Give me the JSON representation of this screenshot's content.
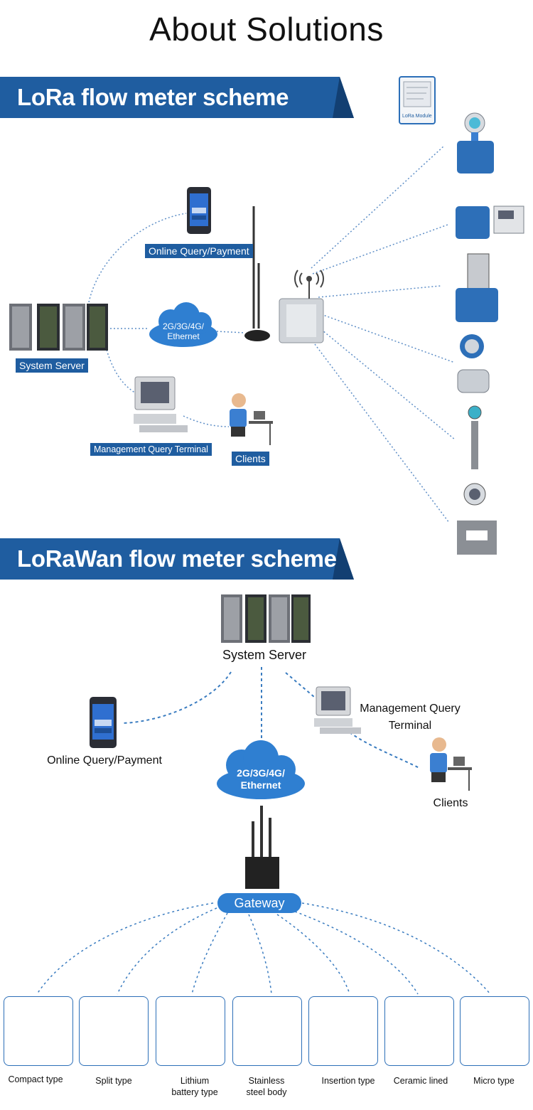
{
  "page": {
    "title": "About Solutions"
  },
  "lora": {
    "title": "LoRa flow meter scheme",
    "module_label": "LoRa Module",
    "online_query": "Online Query/Payment",
    "system_server": "System Server",
    "network_line1": "2G/3G/4G/",
    "network_line2": "Ethernet",
    "management_terminal": "Management Query Terminal",
    "clients": "Clients"
  },
  "lorawan": {
    "title": "LoRaWan flow meter scheme",
    "system_server": "System Server",
    "online_query": "Online Query/Payment",
    "management_line1": "Management Query",
    "management_line2": "Terminal",
    "clients": "Clients",
    "network_line1": "2G/3G/4G/",
    "network_line2": "Ethernet",
    "gateway": "Gateway",
    "products": [
      {
        "line1": "Compact type",
        "line2": ""
      },
      {
        "line1": "Split type",
        "line2": ""
      },
      {
        "line1": "Lithium",
        "line2": "battery type"
      },
      {
        "line1": "Stainless",
        "line2": "steel body"
      },
      {
        "line1": "Insertion type",
        "line2": ""
      },
      {
        "line1": "Ceramic lined",
        "line2": ""
      },
      {
        "line1": "Micro type",
        "line2": ""
      }
    ]
  },
  "colors": {
    "banner": "#1f5da0",
    "banner_dark": "#123f72",
    "accent": "#2f7fd1",
    "meter_blue": "#2d6fb8",
    "link": "#3a7cc0"
  }
}
